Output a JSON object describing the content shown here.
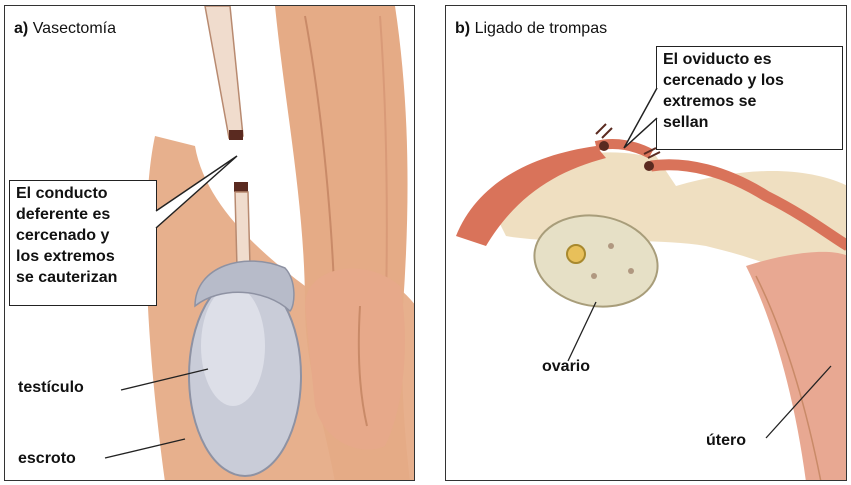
{
  "panel_a": {
    "letter": "a)",
    "title": "Vasectomía",
    "callout": [
      "El conducto",
      "deferente es",
      "cercenado y",
      "los extremos",
      "se cauterizan"
    ],
    "labels": {
      "testicle": "testículo",
      "scrotum": "escroto"
    }
  },
  "panel_b": {
    "letter": "b)",
    "title": "Ligado de trompas",
    "callout": [
      "El oviducto es",
      "cercenado y los",
      "extremos se",
      "sellan"
    ],
    "labels": {
      "ovary": "ovario",
      "uterus": "útero"
    }
  },
  "colors": {
    "skin": "#e7b08d",
    "skin_dark": "#c98a68",
    "testicle": "#c9ccd8",
    "tube": "#d9735a",
    "ovary": "#e6e0c6",
    "uterus": "#e8a892"
  }
}
